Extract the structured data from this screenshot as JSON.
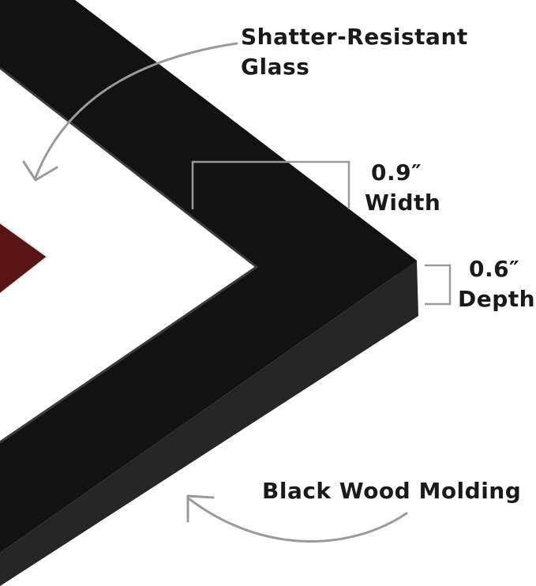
{
  "callouts": {
    "glass": {
      "line1": "Shatter-Resistant",
      "line2": "Glass"
    },
    "width": {
      "value": "0.9″",
      "label": "Width"
    },
    "depth": {
      "value": "0.6″",
      "label": "Depth"
    },
    "molding": {
      "label": "Black Wood Molding"
    }
  },
  "colors": {
    "frame_face": "#121212",
    "frame_side": "#1f1f1f",
    "frame_inner_edge": "#2a2a2a",
    "mat": "#ffffff",
    "photo": "#5a1414",
    "annotation_gray": "#9a9a9a",
    "text": "#1a1a1a"
  }
}
